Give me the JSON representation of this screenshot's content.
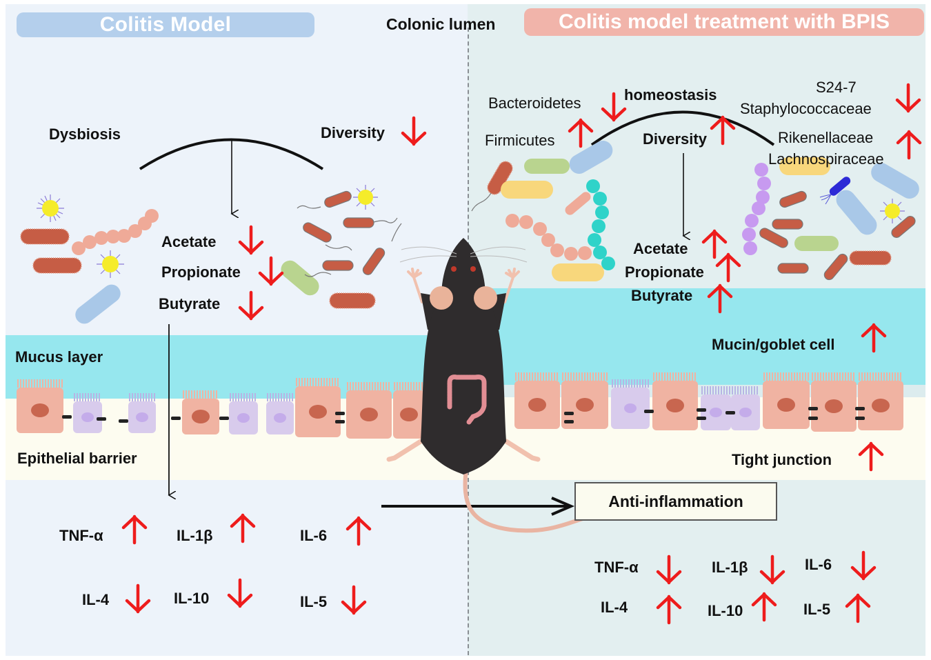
{
  "titles": {
    "left": "Colitis Model",
    "center": "Colonic lumen",
    "right": "Colitis model treatment with BPIS"
  },
  "colors": {
    "arrow_red": "#ee1c1c",
    "left_bg": "#edf3fa",
    "right_bg": "#e3eff0",
    "mucus": "#96e7ee",
    "epithelium_bg": "#fdfcf0",
    "left_title_bg": "#b4cfec",
    "right_title_bg": "#f1b4aa"
  },
  "left": {
    "dysbiosis": "Dysbiosis",
    "diversity": {
      "label": "Diversity",
      "direction": "down"
    },
    "scfa": [
      {
        "label": "Acetate",
        "direction": "down"
      },
      {
        "label": "Propionate",
        "direction": "down"
      },
      {
        "label": "Butyrate",
        "direction": "down"
      }
    ],
    "mucus_layer": "Mucus layer",
    "epithelial_barrier": "Epithelial barrier",
    "cytokines": [
      {
        "label": "TNF-α",
        "direction": "up"
      },
      {
        "label": "IL-1β",
        "direction": "up"
      },
      {
        "label": "IL-6",
        "direction": "up"
      },
      {
        "label": "IL-4",
        "direction": "down"
      },
      {
        "label": "IL-10",
        "direction": "down"
      },
      {
        "label": "IL-5",
        "direction": "down"
      }
    ]
  },
  "right": {
    "homeostasis": "homeostasis",
    "bacteroidetes": {
      "label": "Bacteroidetes",
      "direction": "down"
    },
    "firmicutes": {
      "label": "Firmicutes",
      "direction": "up"
    },
    "diversity": {
      "label": "Diversity",
      "direction": "up"
    },
    "s24_7": {
      "label": "S24-7",
      "direction": "down"
    },
    "staphylococcaceae": {
      "label": "Staphylococcaceae",
      "direction": "down"
    },
    "rikenellaceae": {
      "label": "Rikenellaceae",
      "direction": "up"
    },
    "lachnospiraceae": {
      "label": "Lachnospiraceae",
      "direction": "up"
    },
    "scfa": [
      {
        "label": "Acetate",
        "direction": "up"
      },
      {
        "label": "Propionate",
        "direction": "up"
      },
      {
        "label": "Butyrate",
        "direction": "up"
      }
    ],
    "mucin": {
      "label": "Mucin/goblet cell",
      "direction": "up"
    },
    "tight_junction": {
      "label": "Tight junction",
      "direction": "up"
    },
    "anti_inflammation": "Anti-inflammation",
    "cytokines": [
      {
        "label": "TNF-α",
        "direction": "down"
      },
      {
        "label": "IL-1β",
        "direction": "down"
      },
      {
        "label": "IL-6",
        "direction": "down"
      },
      {
        "label": "IL-4",
        "direction": "up"
      },
      {
        "label": "IL-10",
        "direction": "up"
      },
      {
        "label": "IL-5",
        "direction": "up"
      }
    ]
  }
}
